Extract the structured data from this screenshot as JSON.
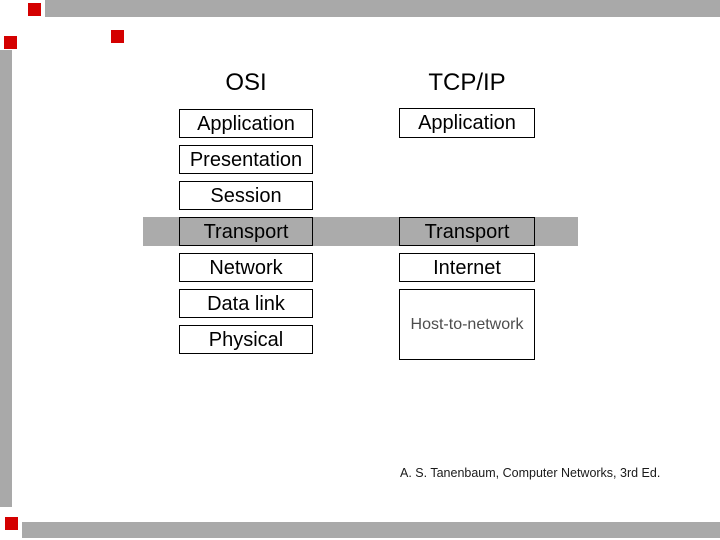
{
  "slide": {
    "titles": {
      "left": "OSI",
      "right": "TCP/IP"
    },
    "osi_layers": [
      "Application",
      "Presentation",
      "Session",
      "Transport",
      "Network",
      "Data link",
      "Physical"
    ],
    "tcpip_layers": [
      "Application",
      "Transport",
      "Internet",
      "Host-to-network"
    ],
    "citation": "A. S. Tanenbaum, Computer Networks, 3rd Ed.",
    "colors": {
      "highlight_band": "#ababab",
      "frame_bar": "#a9a9a9",
      "accent_square": "#d40000",
      "box_border": "#000000",
      "host_to_network_text": "#4d4d4d"
    }
  }
}
